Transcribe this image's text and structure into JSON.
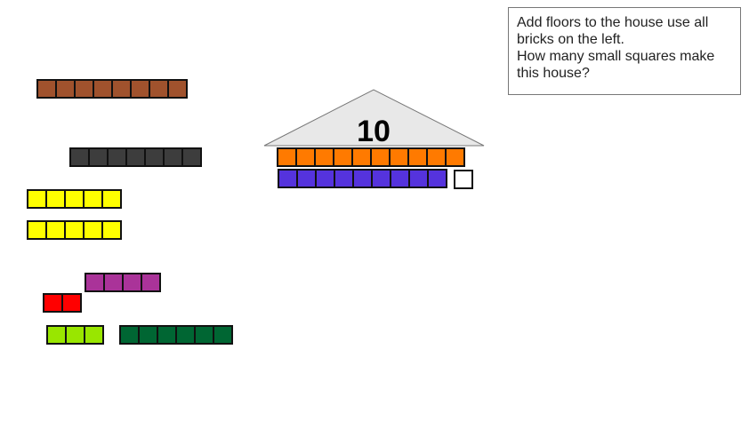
{
  "instructions": {
    "line1": "Add floors to the house use all bricks on the left.",
    "line2": "How many small squares make this house?"
  },
  "house": {
    "roof_number": "10",
    "roof_color": "#e8e8e8",
    "floors": [
      {
        "color": "#ff7a00",
        "squares": 10
      },
      {
        "color": "#5533dd",
        "squares": 9,
        "empty_squares": 1
      }
    ]
  },
  "bricks": [
    {
      "name": "brown",
      "color": "#a0522d",
      "squares": 8
    },
    {
      "name": "dark-gray",
      "color": "#3d3d3d",
      "squares": 7
    },
    {
      "name": "yellow-a",
      "color": "#ffff00",
      "squares": 5
    },
    {
      "name": "yellow-b",
      "color": "#ffff00",
      "squares": 5
    },
    {
      "name": "purple",
      "color": "#aa3399",
      "squares": 4
    },
    {
      "name": "red",
      "color": "#ff0000",
      "squares": 2
    },
    {
      "name": "lime",
      "color": "#99e600",
      "squares": 3
    },
    {
      "name": "dark-green",
      "color": "#006633",
      "squares": 6
    }
  ]
}
